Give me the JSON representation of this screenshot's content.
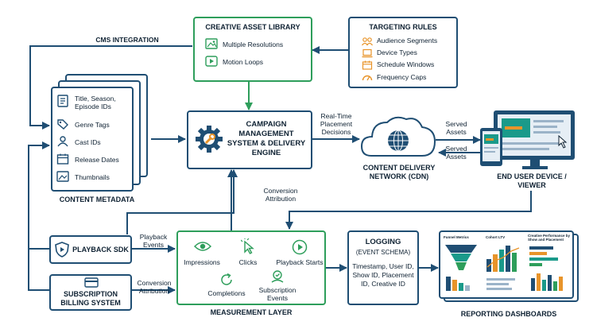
{
  "creative_library": {
    "title": "CREATIVE ASSET LIBRARY",
    "items": [
      "Multiple Resolutions",
      "Motion Loops"
    ]
  },
  "targeting": {
    "title": "TARGETING RULES",
    "items": [
      "Audience Segments",
      "Device Types",
      "Schedule Windows",
      "Frequency Caps"
    ]
  },
  "cms_integration": "CMS INTEGRATION",
  "metadata": {
    "title": "CONTENT METADATA",
    "items": [
      "Title, Season, Episode IDs",
      "Genre Tags",
      "Cast IDs",
      "Release Dates",
      "Thumbnails"
    ]
  },
  "campaign": {
    "title": "CAMPAIGN MANAGEMENT SYSTEM & DELIVERY ENGINE"
  },
  "realtime": "Real-Time Placement Decisions",
  "cdn": {
    "title": "CONTENT DELIVERY NETWORK (CDN)"
  },
  "served_assets": [
    "Served Assets",
    "Served Assets"
  ],
  "end_user": {
    "title": "END USER DEVICE / VIEWER"
  },
  "conversion_attr": "Conversion Attribution",
  "playback_sdk": {
    "title": "PLAYBACK SDK"
  },
  "playback_events": "Playback Events",
  "subscription": {
    "title": "SUBSCRIPTION BILLING SYSTEM"
  },
  "conversion_attr2": "Conversion Attribution",
  "measurement": {
    "title": "MEASUREMENT LAYER",
    "items": [
      "Impressions",
      "Clicks",
      "Playback Starts",
      "Completions",
      "Subscription Events"
    ]
  },
  "logging": {
    "title": "LOGGING",
    "subtitle": "(EVENT SCHEMA)",
    "body": "Timestamp, User ID, Show ID, Placement ID, Creative ID"
  },
  "dashboards": {
    "title": "REPORTING DASHBOARDS",
    "panels": [
      "Funnel Metrics",
      "Cohort LTV",
      "Creative Performance by Show and Placement"
    ]
  },
  "colors": {
    "navy": "#1f4e73",
    "green": "#2e9e5b",
    "orange": "#e8942a",
    "teal": "#1a9a8a"
  }
}
